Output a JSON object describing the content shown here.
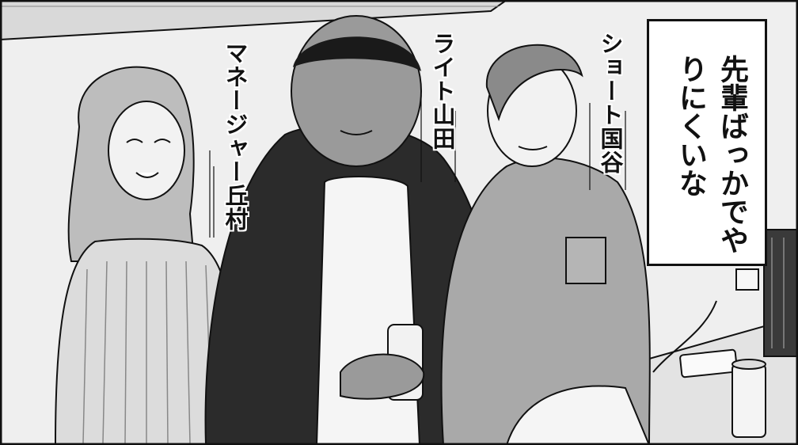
{
  "name_labels": {
    "left": "マネージャー丘村",
    "center": "ライト山田",
    "right": "ショート国谷"
  },
  "caption": {
    "text": "先輩ばっかでやりにくいな"
  },
  "colors": {
    "ink": "#111111",
    "screentone": "#9a9a9a",
    "paper": "#ffffff"
  }
}
